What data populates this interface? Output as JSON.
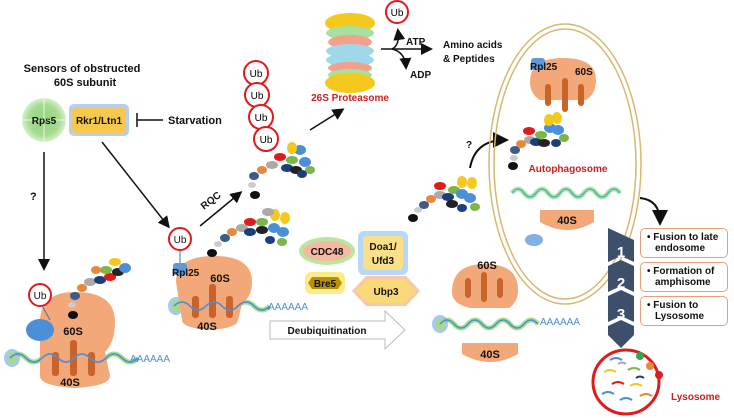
{
  "title_sensors": [
    "Sensors of obstructed",
    "60S subunit"
  ],
  "sensors": {
    "rps5": "Rps5",
    "rkr1": "Rkr1/Ltn1",
    "starvation": "Starvation"
  },
  "question_mark": "?",
  "ub": "Ub",
  "rqc": "RQC",
  "proteasome": {
    "label": "26S Proteasome",
    "atp": "ATP",
    "adp": "ADP",
    "products": [
      "Amino  acids",
      "& Peptides"
    ]
  },
  "ribosome": {
    "large": "60S",
    "small": "40S",
    "rpl25": "Rpl25",
    "polya": "AAAAAA"
  },
  "factors": {
    "cdc48": "CDC48",
    "doa1": [
      "Doa1/",
      "Ufd3"
    ],
    "bre5": "Bre5",
    "ubp3": "Ubp3"
  },
  "deubiquitination": "Deubiquitination",
  "autophagosome": "Autophagosome",
  "lysosome": "Lysosome",
  "steps": [
    {
      "num": "1",
      "lines": [
        "• Fusion to late",
        "endosome"
      ]
    },
    {
      "num": "2",
      "lines": [
        "• Formation of",
        "amphisome"
      ]
    },
    {
      "num": "3",
      "lines": [
        "• Fusion to",
        "Lysosome"
      ]
    }
  ],
  "colors": {
    "ribosome": "#f2a878",
    "ribosome_dark": "#c8642a",
    "ub_ring": "#e01b1b",
    "accent_red": "#cc1f1f",
    "chevron": "#3d4f6b",
    "mrna": "#4a8fd8",
    "mrna_glow": "#a8e08a"
  }
}
